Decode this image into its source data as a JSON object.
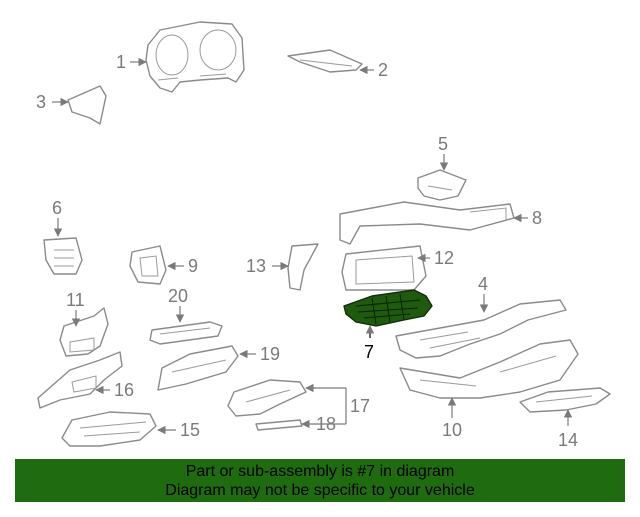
{
  "diagram": {
    "callouts": [
      "1",
      "2",
      "3",
      "4",
      "5",
      "6",
      "7",
      "8",
      "9",
      "10",
      "11",
      "12",
      "13",
      "14",
      "15",
      "16",
      "17",
      "18",
      "19",
      "20"
    ],
    "highlighted_part": "7",
    "colors": {
      "highlight_part": "#1f5a0f",
      "banner": "#1f6b10",
      "linework": "#8a8a8a"
    }
  },
  "banner": {
    "line1": "Part or sub-assembly is #7 in diagram",
    "line2": "Diagram may not be specific to your vehicle"
  }
}
